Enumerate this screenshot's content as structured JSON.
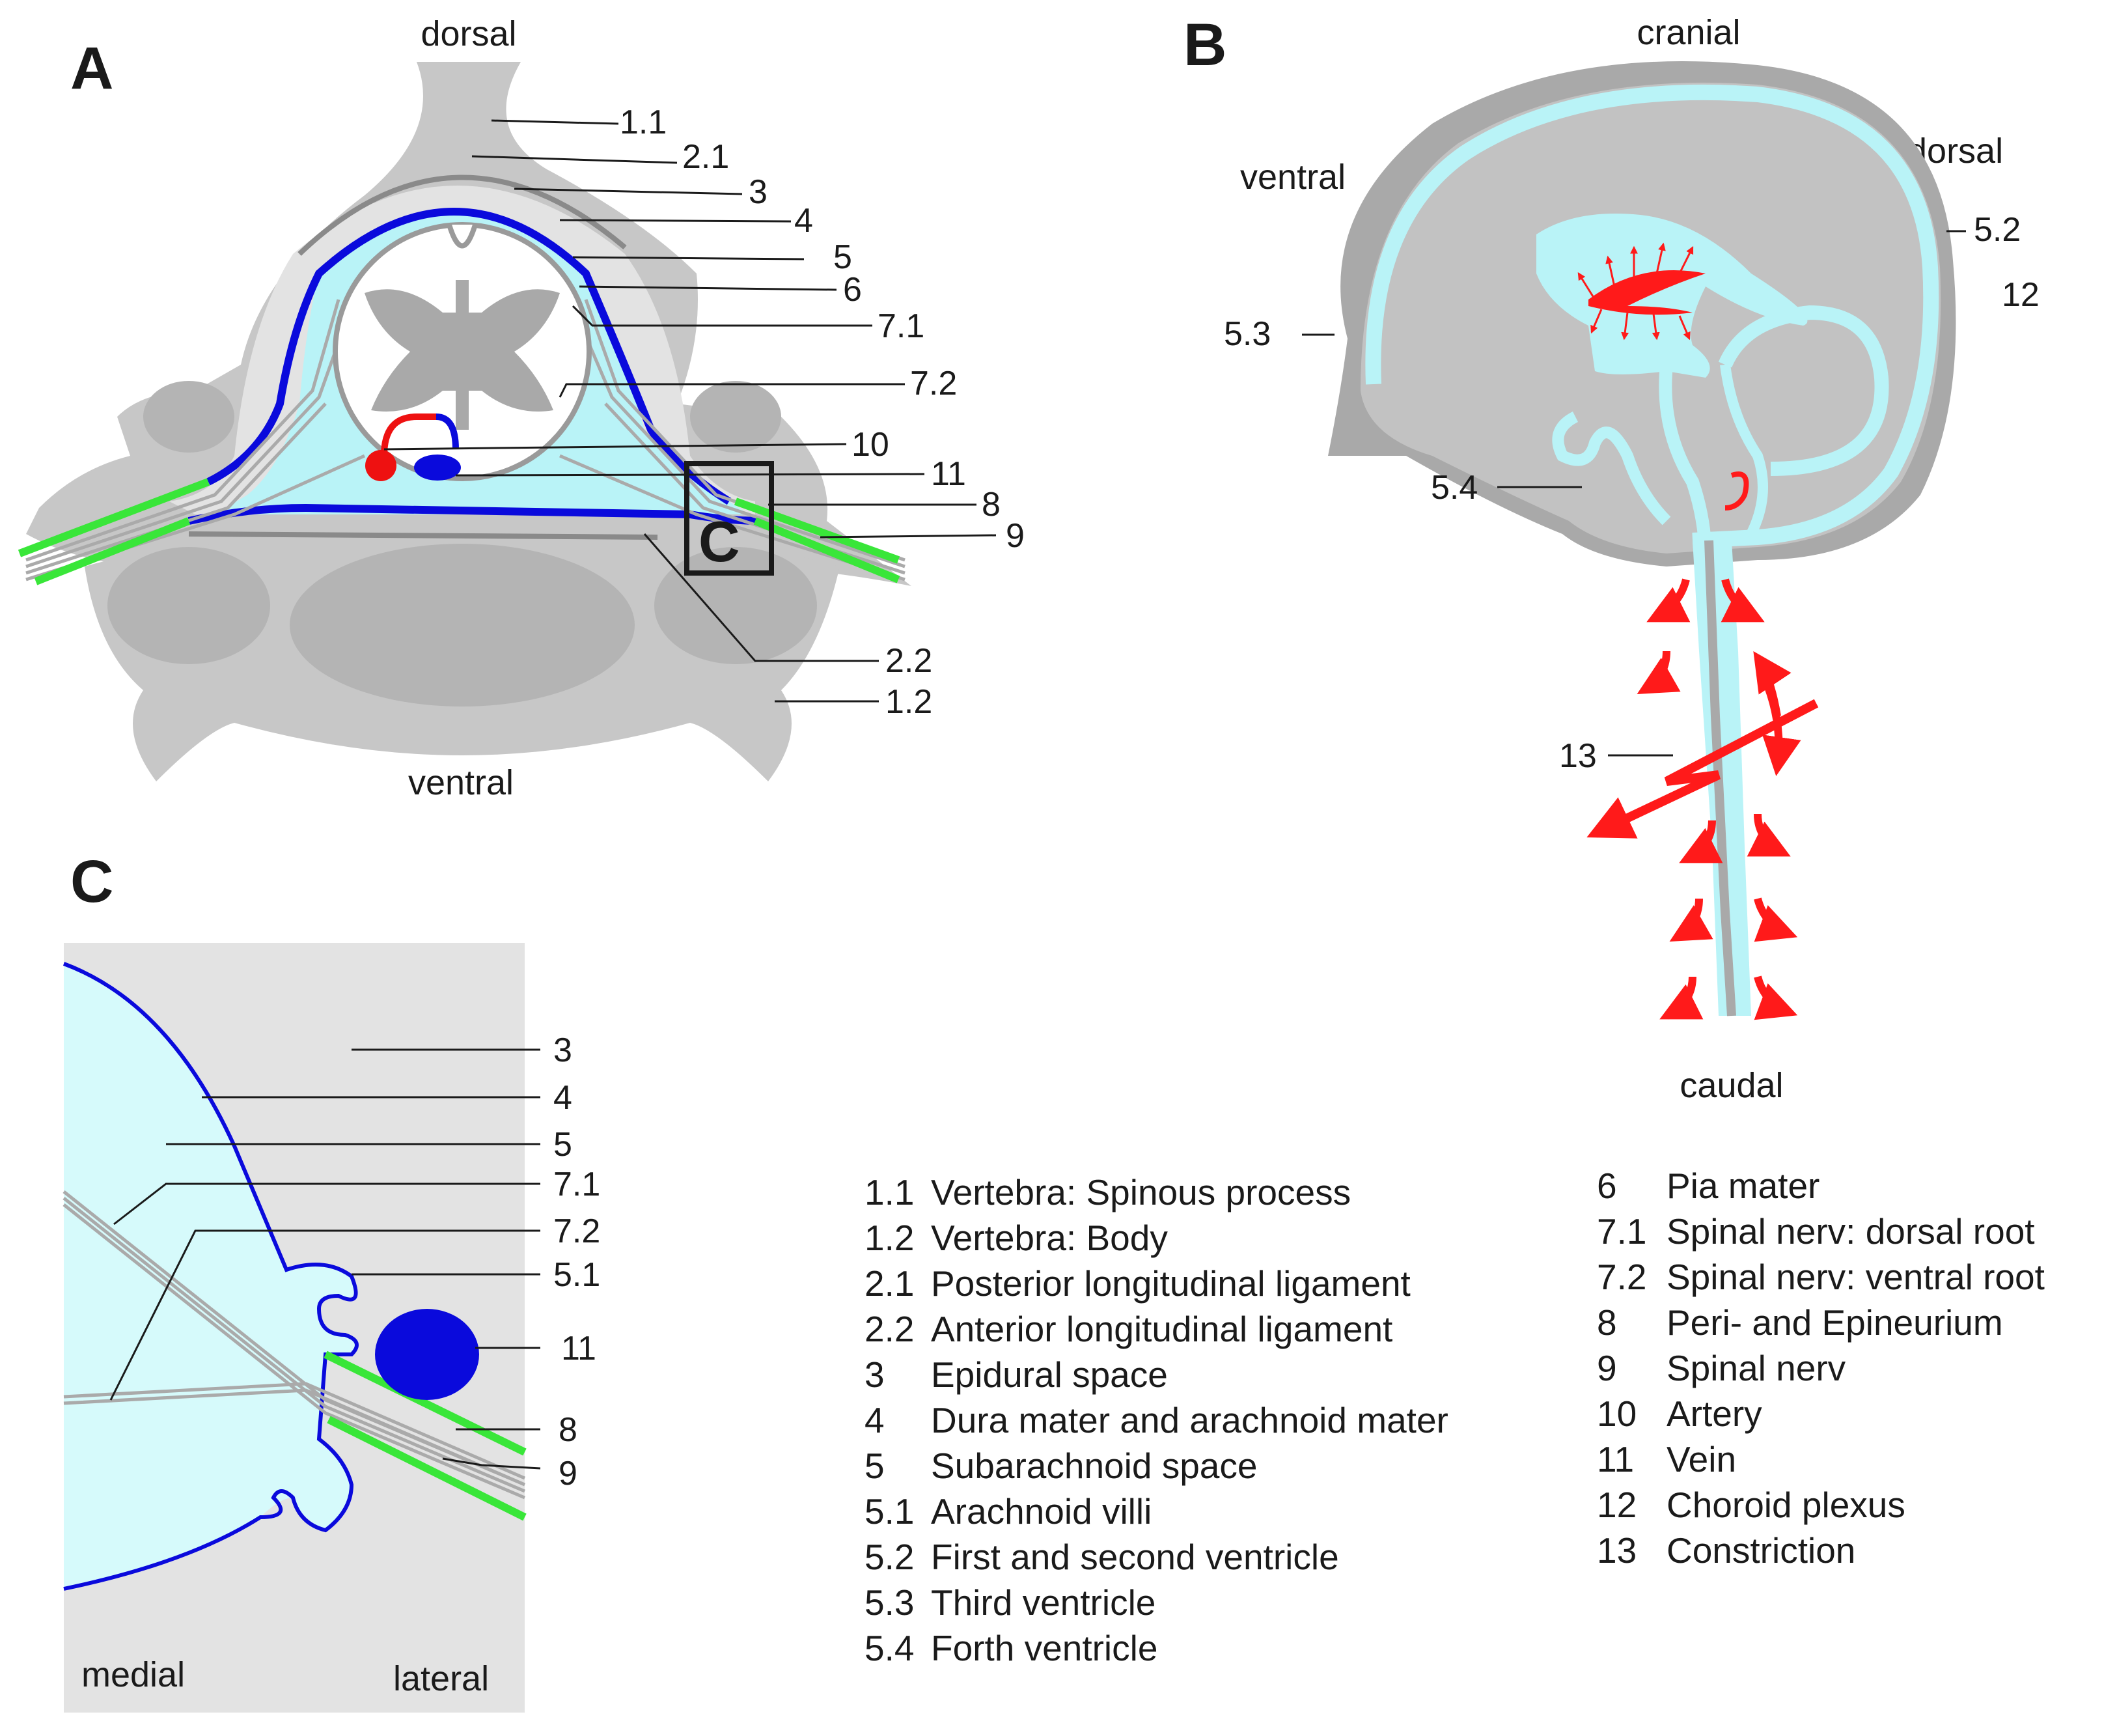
{
  "panels": {
    "a": {
      "letter": "A",
      "orientation": {
        "top": "dorsal",
        "bottom": "ventral"
      },
      "inset_letter": "C",
      "labels": [
        "1.1",
        "2.1",
        "3",
        "4",
        "5",
        "6",
        "7.1",
        "7.2",
        "10",
        "11",
        "8",
        "9",
        "2.2",
        "1.2"
      ]
    },
    "b": {
      "letter": "B",
      "orientation": {
        "top": "cranial",
        "left": "ventral",
        "right": "dorsal",
        "bottom": "caudal"
      },
      "labels": [
        "5.2",
        "12",
        "5.3",
        "5.4",
        "13"
      ]
    },
    "c": {
      "letter": "C",
      "orientation": {
        "left": "medial",
        "right": "lateral"
      },
      "labels": [
        "3",
        "4",
        "5",
        "7.1",
        "7.2",
        "5.1",
        "11",
        "8",
        "9"
      ]
    }
  },
  "legend": {
    "left": [
      {
        "num": "1.1",
        "text": "Vertebra: Spinous process"
      },
      {
        "num": "1.2",
        "text": "Vertebra: Body"
      },
      {
        "num": "2.1",
        "text": "Posterior longitudinal ligament"
      },
      {
        "num": "2.2",
        "text": "Anterior longitudinal ligament"
      },
      {
        "num": "3",
        "text": "Epidural space"
      },
      {
        "num": "4",
        "text": "Dura mater and arachnoid mater"
      },
      {
        "num": "5",
        "text": "Subarachnoid space"
      },
      {
        "num": "5.1",
        "text": "Arachnoid villi"
      },
      {
        "num": "5.2",
        "text": "First and second ventricle"
      },
      {
        "num": "5.3",
        "text": "Third ventricle"
      },
      {
        "num": "5.4",
        "text": "Forth ventricle"
      }
    ],
    "right": [
      {
        "num": "6",
        "text": "Pia mater"
      },
      {
        "num": "7.1",
        "text": "Spinal nerv: dorsal root"
      },
      {
        "num": "7.2",
        "text": "Spinal nerv: ventral root"
      },
      {
        "num": "8",
        "text": "Peri- and Epineurium"
      },
      {
        "num": "9",
        "text": "Spinal nerv"
      },
      {
        "num": "10",
        "text": "Artery"
      },
      {
        "num": "11",
        "text": "Vein"
      },
      {
        "num": "12",
        "text": "Choroid plexus"
      },
      {
        "num": "13",
        "text": "Constriction"
      }
    ]
  },
  "colors": {
    "bone": "#c7c7c7",
    "bone_dark": "#a9a9a9",
    "epidural": "#e3e3e3",
    "csf": "#b9f3f7",
    "csf_light": "#d6fafb",
    "dura": "#0a0adc",
    "nerve_sheath": "#39e639",
    "nerve": "#aaaaaa",
    "artery": "#ee1111",
    "arrow": "#ff1a1a"
  }
}
